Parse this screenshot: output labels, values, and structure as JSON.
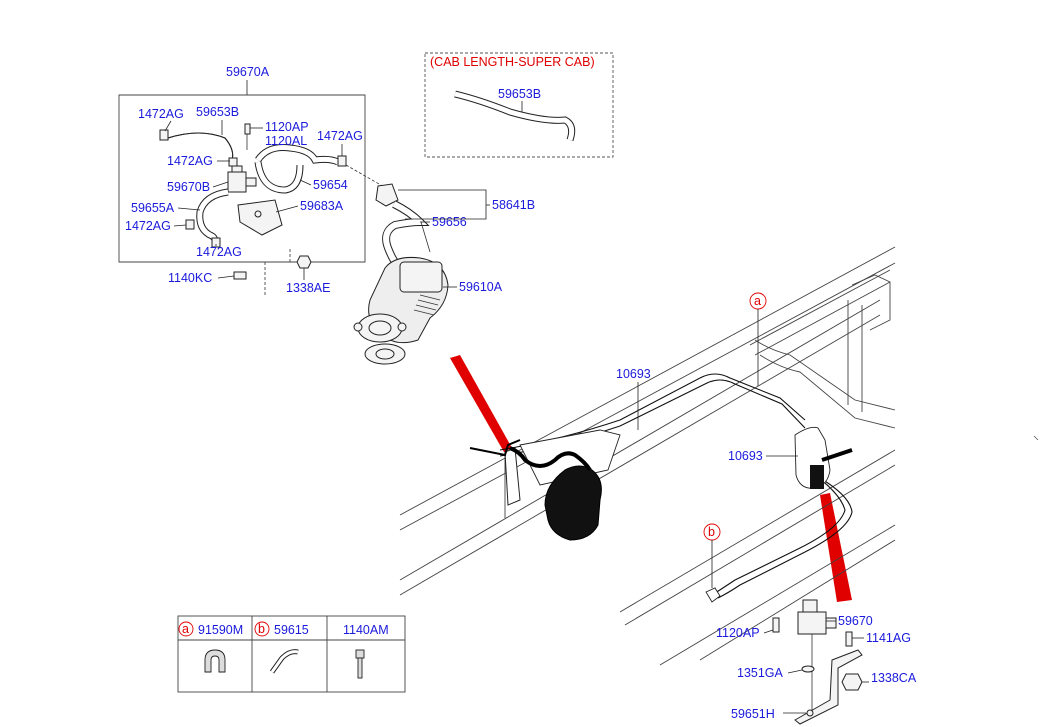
{
  "labels": {
    "assy_top": "59670A",
    "cab_note": "(CAB LENGTH-SUPER CAB)",
    "hose_cab": "59653B",
    "clamp_1": "1472AG",
    "hose_1": "59653B",
    "bolt_1": "1120AP",
    "bolt_2": "1120AL",
    "clamp_2": "1472AG",
    "clamp_3": "1472AG",
    "valve": "59670B",
    "hose_2": "59654",
    "hose_3": "59655A",
    "bracket": "59683A",
    "clamp_4": "1472AG",
    "clamp_5": "1472AG",
    "bolt_3": "1140KC",
    "nut_1": "1338AE",
    "pipe_1": "58641B",
    "hose_4": "59656",
    "booster": "59610A",
    "tube_1": "10693",
    "tube_2": "10693",
    "valve_2": "59670",
    "bolt_4": "1120AP",
    "bolt_5": "1141AG",
    "washer": "1351GA",
    "nut_2": "1338CA",
    "bracket_2": "59651H",
    "callout_a": "a",
    "callout_b": "b"
  },
  "legend_table": {
    "cells": [
      {
        "letter": "a",
        "part": "91590M"
      },
      {
        "letter": "b",
        "part": "59615"
      },
      {
        "letter": "",
        "part": "1140AM"
      }
    ]
  },
  "colors": {
    "label_blue": "#1a1adc",
    "note_red": "#e00000",
    "arrow_red": "#e00000",
    "line_black": "#222222"
  }
}
